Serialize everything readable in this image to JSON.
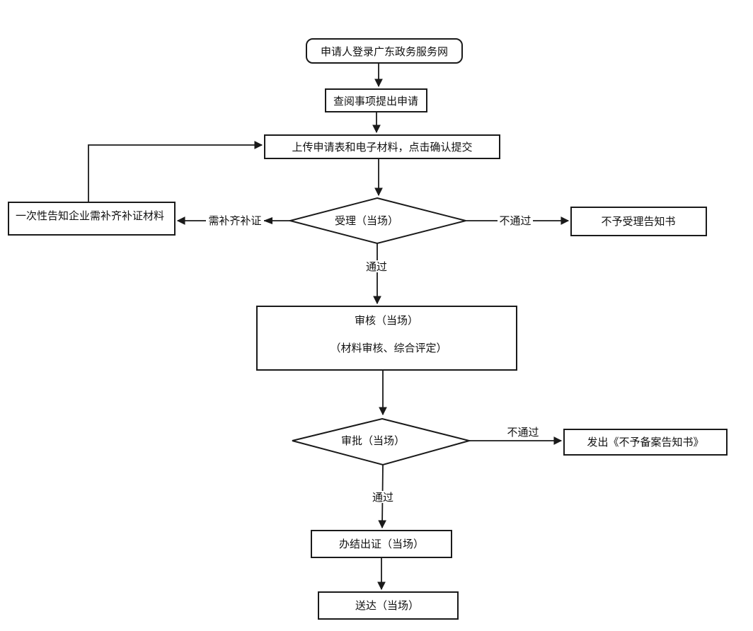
{
  "diagram": {
    "type": "flowchart",
    "nodes": {
      "start": {
        "label": "申请人登录广东政务服务网",
        "shape": "rounded-rect"
      },
      "review": {
        "label": "查阅事项提出申请",
        "shape": "rect"
      },
      "upload": {
        "label": "上传申请表和电子材料，点击确认提交",
        "shape": "rect"
      },
      "accept_decision": {
        "label": "受理（当场）",
        "shape": "diamond"
      },
      "supplement_notice": {
        "label": "一次性告知企业需补齐补证材料",
        "shape": "rect"
      },
      "reject_notice": {
        "label": "不予受理告知书",
        "shape": "rect"
      },
      "audit": {
        "line1": "审核（当场）",
        "line2": "（材料审核、综合评定）",
        "shape": "rect"
      },
      "approval_decision": {
        "label": "审批（当场）",
        "shape": "diamond"
      },
      "no_record_notice": {
        "label": "发出《不予备案告知书》",
        "shape": "rect"
      },
      "complete": {
        "label": "办结出证（当场）",
        "shape": "rect"
      },
      "deliver": {
        "label": "送达（当场）",
        "shape": "rect"
      }
    },
    "edge_labels": {
      "need_supplement": "需补齐补证",
      "accept_fail": "不通过",
      "accept_pass": "通过",
      "approval_fail": "不通过",
      "approval_pass": "通过"
    },
    "colors": {
      "stroke": "#1a1a1a",
      "background": "#ffffff",
      "text": "#111111"
    }
  }
}
